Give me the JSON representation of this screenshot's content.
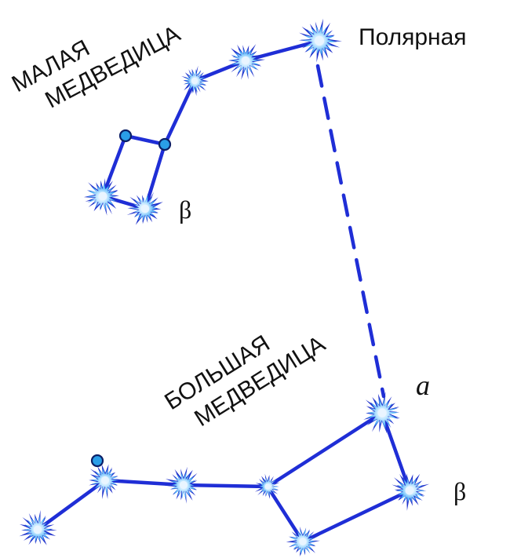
{
  "colors": {
    "line": "#1f2ed6",
    "star_core": "#e9f5ff",
    "star_mid": "#49b8ff",
    "star_rim": "#2233cc",
    "dot_fill": "#2a9ee8",
    "dot_stroke": "#0b1f66",
    "text": "#111111",
    "background": "#ffffff"
  },
  "labels": {
    "polaris": "Полярная",
    "little_dipper_line1": "МАЛАЯ",
    "little_dipper_line2": "МЕДВЕДИЦА",
    "big_dipper_line1": "БОЛЬШАЯ",
    "big_dipper_line2": "МЕДВЕДИЦА",
    "little_beta": "β",
    "big_alpha": "a",
    "big_beta": "β"
  },
  "icons": {
    "star": "star-burst-icon",
    "dim_star": "circle-dot-icon"
  }
}
